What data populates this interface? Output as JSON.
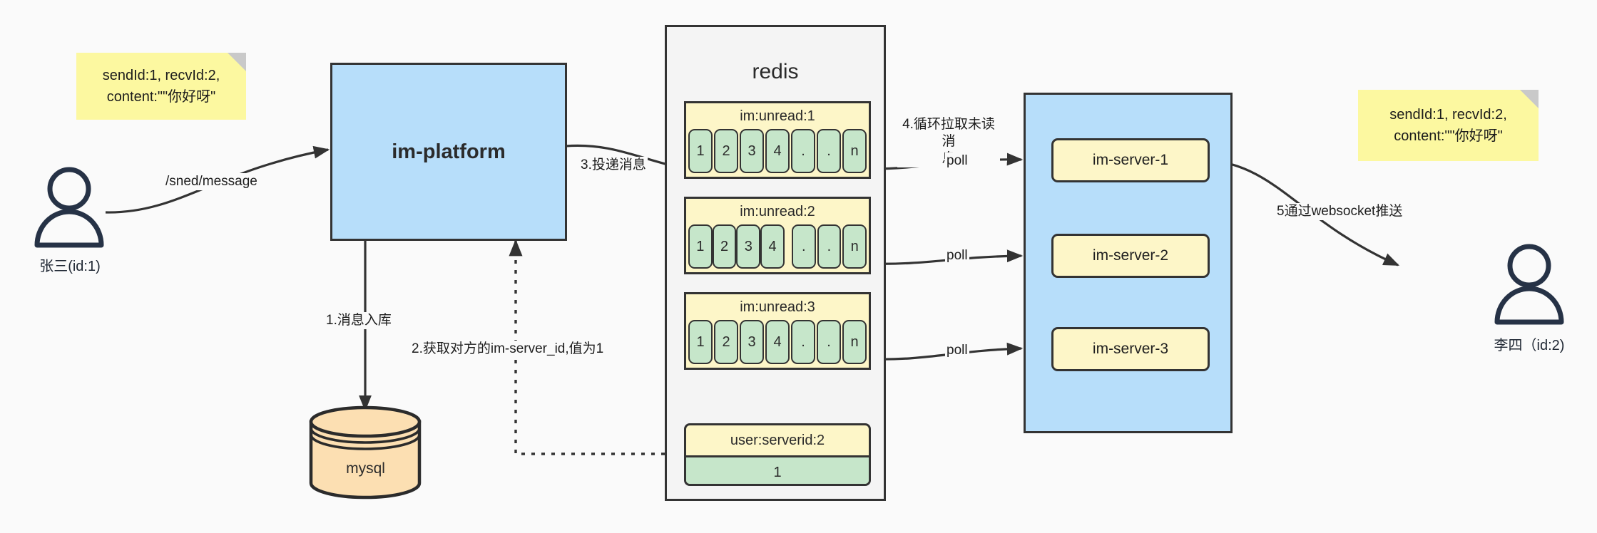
{
  "diagram": {
    "title": "IM message delivery architecture",
    "colors": {
      "blue_fill": "#b7defa",
      "yellow_fill": "#fdf6c8",
      "green_fill": "#c6e6ca",
      "note_fill": "#fcf8a0",
      "db_fill": "#fcdfb2",
      "stroke": "#333333",
      "canvas": "#fafafa"
    }
  },
  "actors": {
    "sender": {
      "label": "张三(id:1)",
      "icon": "user-icon"
    },
    "receiver": {
      "label": "李四（id:2)",
      "icon": "user-icon"
    }
  },
  "notes": {
    "left": "sendId:1,\nrecvId:2,\ncontent:\"\"你好呀\"",
    "right": "sendId:1,\nrecvId:2,\ncontent:\"\"你好呀\""
  },
  "platform": {
    "label": "im-platform"
  },
  "database": {
    "label": "mysql",
    "icon": "database-cylinder-icon"
  },
  "redis": {
    "title": "redis",
    "lists": [
      {
        "key": "im:unread:1",
        "cells": [
          "1",
          "2",
          "3",
          "4",
          ".",
          ".",
          "n"
        ]
      },
      {
        "key": "im:unread:2",
        "cells": [
          "1",
          "2",
          "3",
          "4",
          ".",
          ".",
          "n"
        ]
      },
      {
        "key": "im:unread:3",
        "cells": [
          "1",
          "2",
          "3",
          "4",
          ".",
          ".",
          "n"
        ]
      }
    ],
    "kv": {
      "key": "user:serverid:2",
      "value": "1"
    }
  },
  "servers": {
    "items": [
      {
        "label": "im-server-1"
      },
      {
        "label": "im-server-2"
      },
      {
        "label": "im-server-3"
      }
    ]
  },
  "edges": {
    "send_message": "/sned/message",
    "step1": "1.消息入库",
    "step2": "2.获取对方的im-server_id,值为1",
    "step3": "3.投递消息",
    "step4": "4.循环拉取未读消\n息",
    "step5": "5通过websocket推送",
    "poll1": "poll",
    "poll2": "poll",
    "poll3": "poll"
  }
}
